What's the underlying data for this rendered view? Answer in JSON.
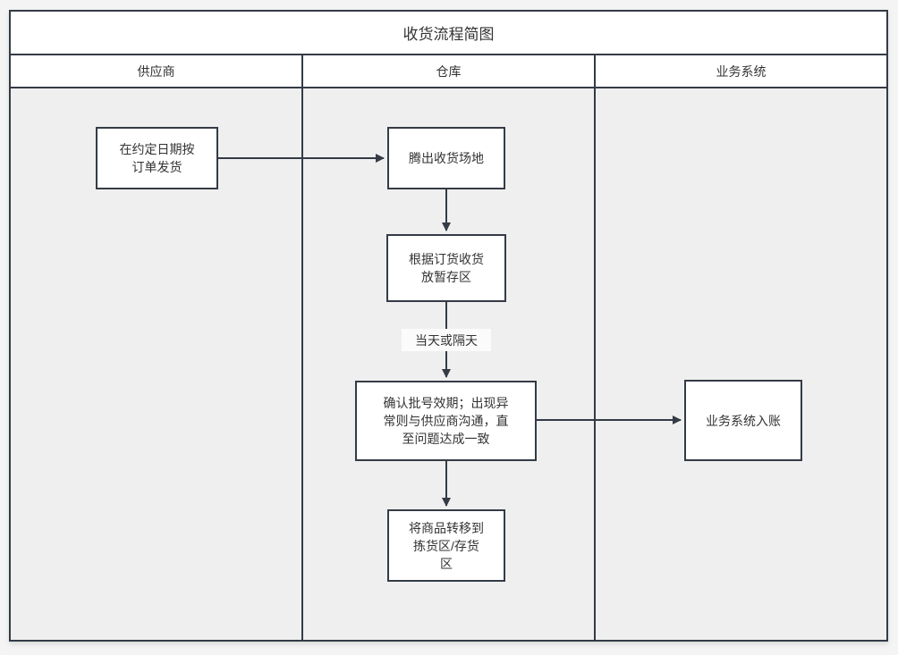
{
  "diagram": {
    "title": "收货流程简图",
    "lanes": [
      {
        "label": "供应商"
      },
      {
        "label": "仓库"
      },
      {
        "label": "业务系统"
      }
    ],
    "nodes": {
      "ship": {
        "label": "在约定日期按\n订单发货",
        "lane": "供应商"
      },
      "clear_site": {
        "label": "腾出收货场地",
        "lane": "仓库"
      },
      "receive": {
        "label": "根据订货收货\n放暂存区",
        "lane": "仓库"
      },
      "confirm": {
        "label": "确认批号效期；出现异\n常则与供应商沟通，直\n至问题达成一致",
        "lane": "仓库"
      },
      "transfer": {
        "label": "将商品转移到\n拣货区/存货\n区",
        "lane": "仓库"
      },
      "posting": {
        "label": "业务系统入账",
        "lane": "业务系统"
      }
    },
    "edge_labels": {
      "timing": "当天或隔天"
    },
    "flows": [
      {
        "from": "ship",
        "to": "clear_site"
      },
      {
        "from": "clear_site",
        "to": "receive"
      },
      {
        "from": "receive",
        "to": "confirm",
        "label": "当天或隔天"
      },
      {
        "from": "confirm",
        "to": "posting"
      },
      {
        "from": "confirm",
        "to": "transfer"
      }
    ],
    "colors": {
      "border": "#343b46",
      "node_fill": "#ffffff",
      "lane_fill": "#efefef",
      "canvas_bg": "#f3f4f3",
      "text": "#333333"
    }
  }
}
